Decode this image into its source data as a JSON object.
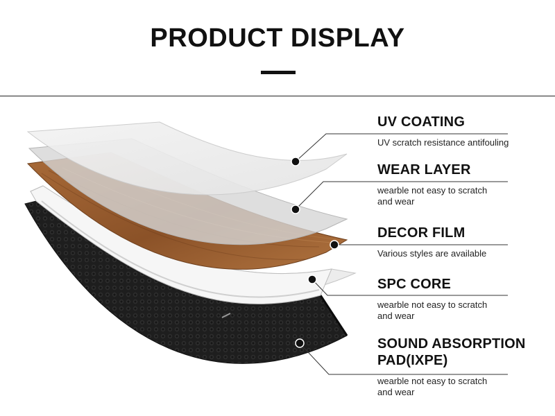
{
  "header": {
    "title": "PRODUCT DISPLAY"
  },
  "layers": [
    {
      "title": "UV COATING",
      "description": "UV scratch resistance antifouling"
    },
    {
      "title": "WEAR LAYER",
      "description": "wearble not easy to scratch and wear"
    },
    {
      "title": "DECOR FILM",
      "description": "Various styles are available"
    },
    {
      "title": "SPC CORE",
      "description": "wearble not easy to scratch and wear"
    },
    {
      "title": "SOUND ABSORPTION PAD(IXPE)",
      "description": "wearble not easy to scratch and wear"
    }
  ],
  "colors": {
    "text": "#111111",
    "wood": "#9a5c2e",
    "pad": "#1e1e1e",
    "core": "#e6e6e6",
    "film": "#d9d9d9"
  }
}
